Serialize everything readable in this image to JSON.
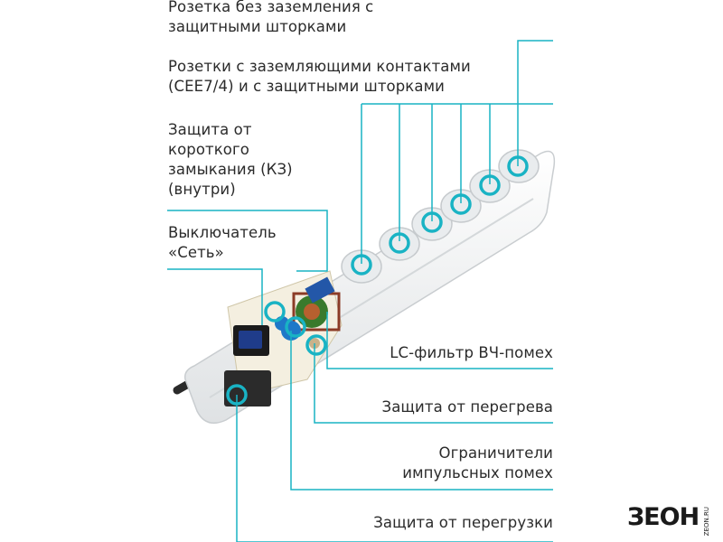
{
  "labels": {
    "ungrounded": [
      "Розетка без заземления с",
      "защитными шторками"
    ],
    "grounded": [
      "Розетки с заземляющими контактами",
      "(CEE7/4) и с защитными шторками"
    ],
    "short_circuit": [
      "Защита от",
      "короткого",
      "замыкания (КЗ)",
      "(внутри)"
    ],
    "switch": [
      "Выключатель",
      "«Сеть»"
    ],
    "lc_filter": "LC-фильтр ВЧ-помех",
    "overheat": "Защита от перегрева",
    "surge": [
      "Ограничители",
      "импульсных помех"
    ],
    "overload": "Защита от перегрузки"
  },
  "brand": {
    "logo_text": "ЗЕОН",
    "logo_small": "ZEON.RU"
  },
  "colors": {
    "accent": "#19b3c4",
    "body": "#eef0f1",
    "text": "#2b2b2b"
  }
}
